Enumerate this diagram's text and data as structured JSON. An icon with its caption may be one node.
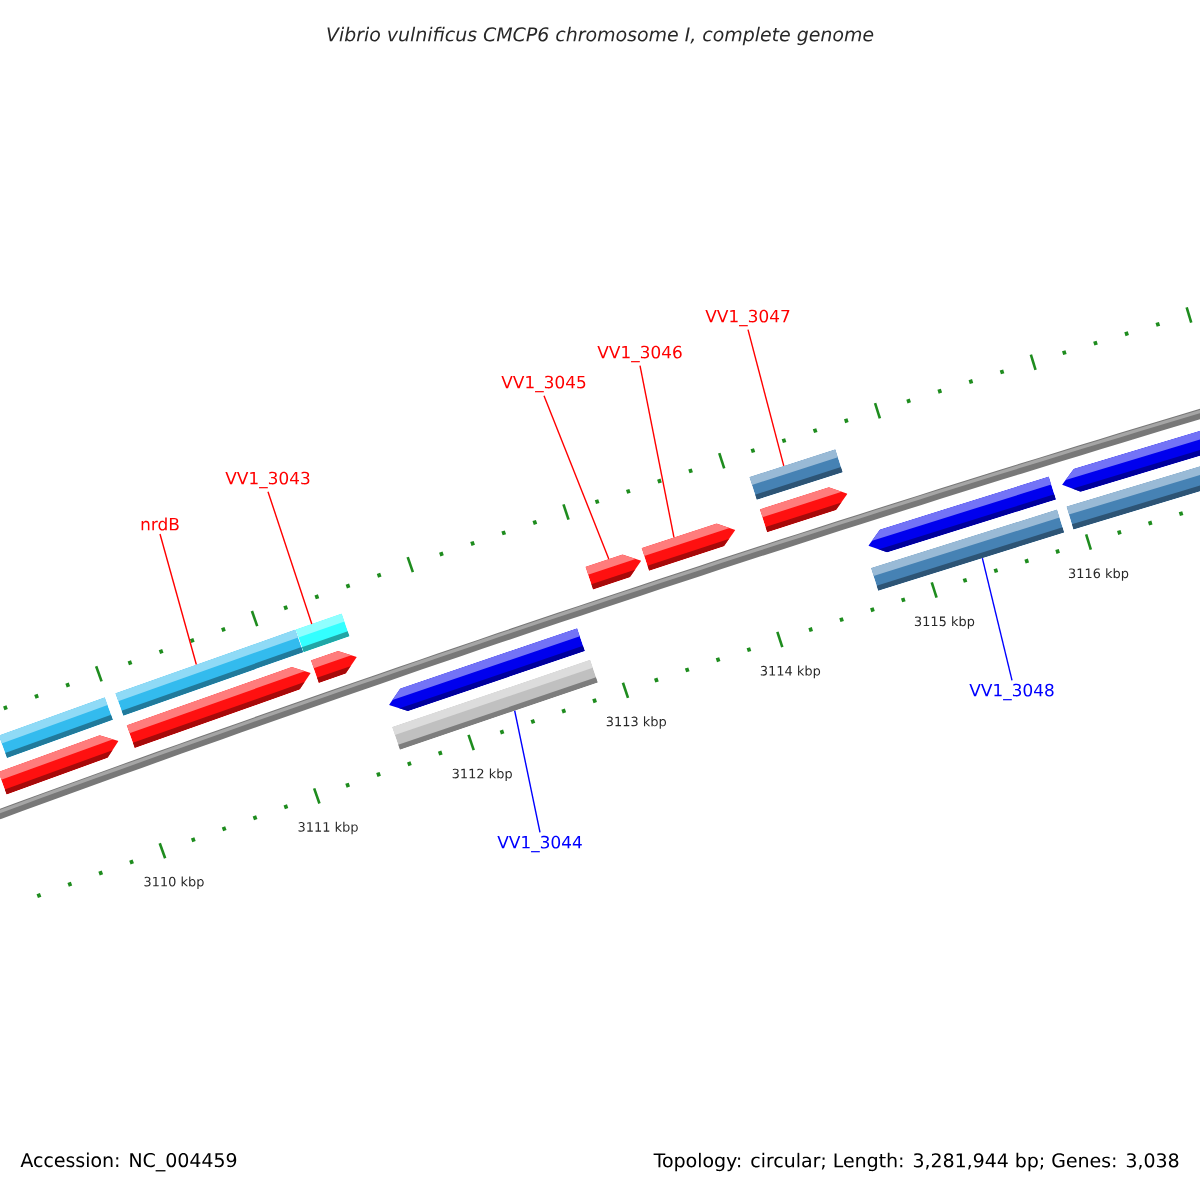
{
  "diagram": {
    "title": "Vibrio vulnificus CMCP6 chromosome I, complete genome",
    "nodes": [
      {
        "text": [],
        "shape": "bar"
      },
      {
        "text": [],
        "shape": "bar"
      },
      {
        "text": [],
        "shape": "bar"
      },
      {
        "text": [],
        "shape": "bar"
      },
      {
        "text": [],
        "shape": "arrow"
      },
      {
        "text": [],
        "shape": "arrow"
      },
      {
        "text": [],
        "shape": "arrow"
      },
      {
        "text": [],
        "shape": "arrow"
      },
      {
        "text": [],
        "shape": "arrow"
      },
      {
        "text": [],
        "shape": "arrow"
      },
      {
        "text": [],
        "shape": "arrow"
      },
      {
        "text": [],
        "shape": "arrow"
      },
      {
        "text": [],
        "shape": "arrow"
      },
      {
        "text": [],
        "shape": "bar"
      },
      {
        "text": [],
        "shape": "bar"
      },
      {
        "text": [],
        "shape": "bar"
      },
      {
        "text": [
          "nrdB"
        ]
      },
      {
        "text": [
          "VV1_3043"
        ]
      },
      {
        "text": [
          "VV1_3045"
        ]
      },
      {
        "text": [
          "VV1_3046"
        ]
      },
      {
        "text": [
          "VV1_3047"
        ]
      },
      {
        "text": [
          "VV1_3044"
        ]
      },
      {
        "text": [
          "VV1_3048"
        ]
      }
    ],
    "edges": [
      {
        "from": 16,
        "to": 1,
        "arrow": "none"
      },
      {
        "from": 17,
        "to": 2,
        "arrow": "none"
      },
      {
        "from": 18,
        "to": 7,
        "arrow": "none"
      },
      {
        "from": 19,
        "to": 8,
        "arrow": "none"
      },
      {
        "from": 20,
        "to": 3,
        "arrow": "none"
      },
      {
        "from": 21,
        "to": 13,
        "arrow": "none",
        "color": "#0000ff"
      },
      {
        "from": 22,
        "to": 14,
        "arrow": "none",
        "color": "#0000ff"
      }
    ],
    "labels": [
      "3110 kbp",
      "3111 kbp",
      "3112 kbp",
      "3113 kbp",
      "3114 kbp",
      "3115 kbp",
      "3116 kbp",
      "Accession: NC_004459",
      "Topology: circular; Length: 3,281,944 bp; Genes: 3,038"
    ]
  }
}
